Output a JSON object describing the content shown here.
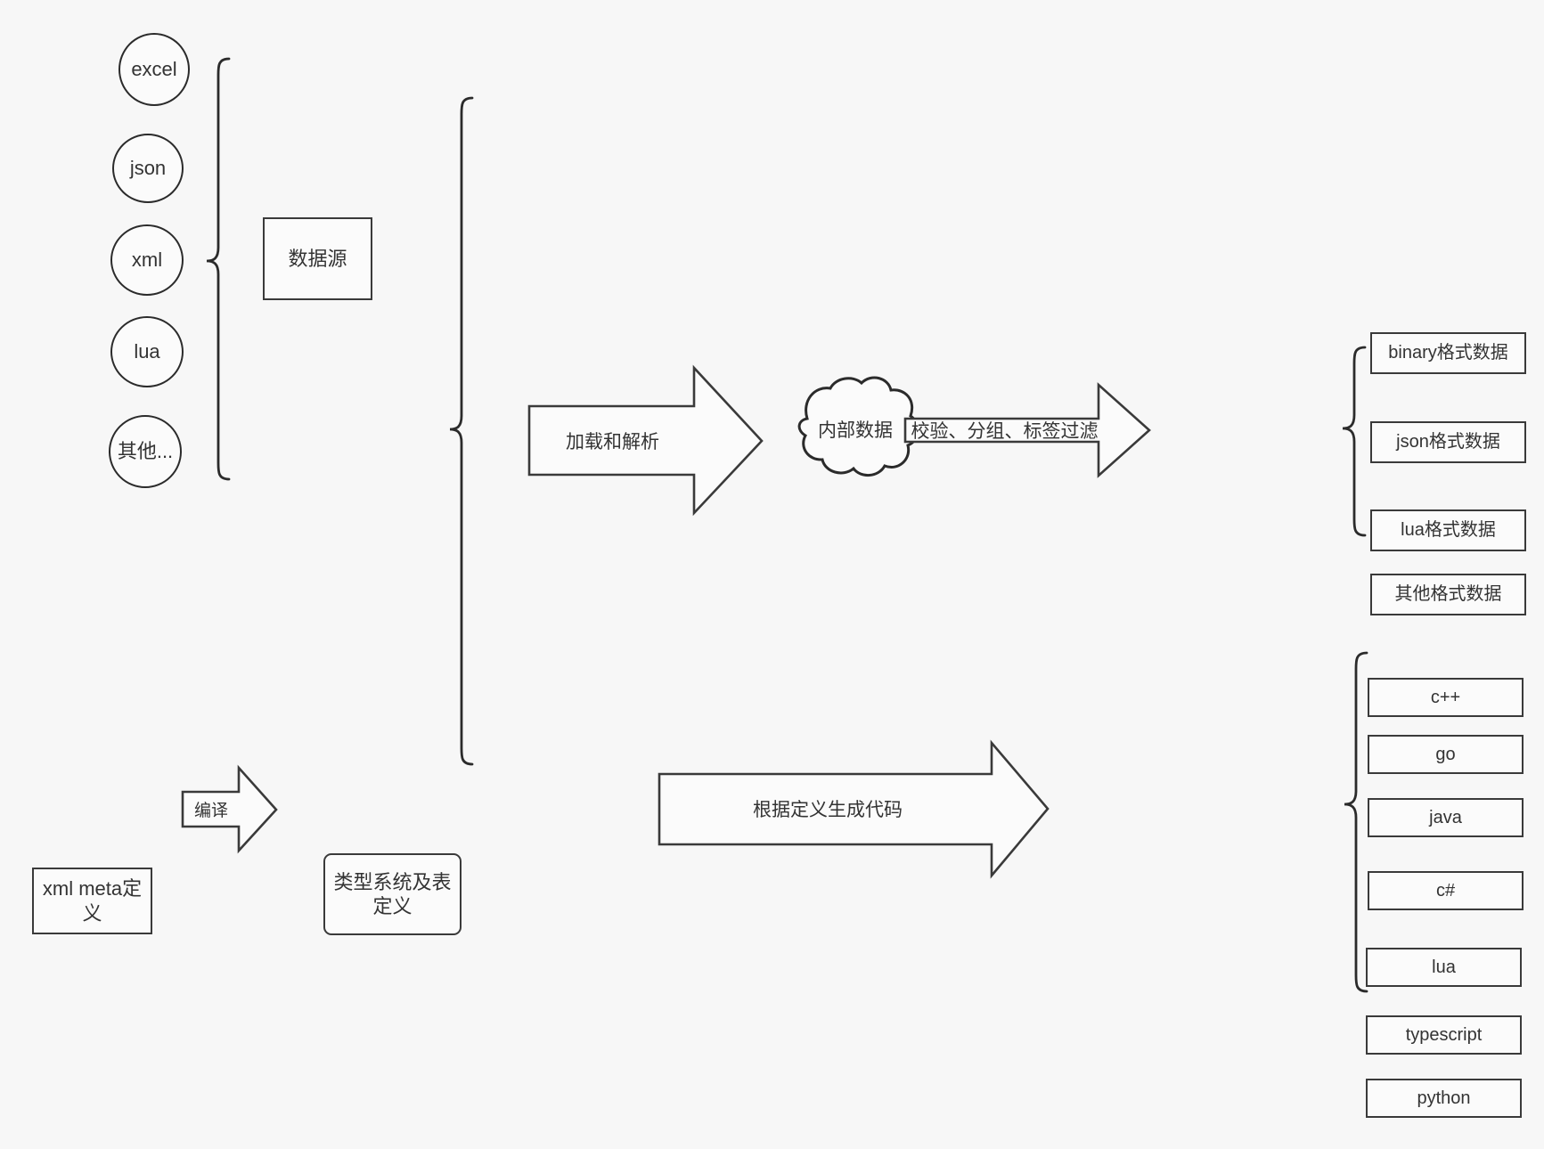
{
  "diagram": {
    "title": "data pipeline and codegen diagram",
    "background_color": "#f7f7f7",
    "line_color": "#2b2b2b",
    "text_color": "#333333"
  },
  "sources": {
    "items": [
      {
        "label": "excel"
      },
      {
        "label": "json"
      },
      {
        "label": "xml"
      },
      {
        "label": "lua"
      },
      {
        "label": "其他..."
      }
    ],
    "group_label": "数据源"
  },
  "meta": {
    "input_label": "xml meta定\n义",
    "compile_arrow_label": "编译",
    "output_label": "类型系统及表\n定义"
  },
  "pipeline": {
    "load_parse_arrow_label": "加载和解析",
    "internal_data_label": "内部数据",
    "filter_arrow_label": "校验、分组、标签过滤",
    "codegen_arrow_label": "根据定义生成代码"
  },
  "outputs": {
    "data_formats": [
      {
        "label": "binary格式数据"
      },
      {
        "label": "json格式数据"
      },
      {
        "label": "lua格式数据"
      },
      {
        "label": "其他格式数据"
      }
    ],
    "languages": [
      {
        "label": "c++"
      },
      {
        "label": "go"
      },
      {
        "label": "java"
      },
      {
        "label": "c#"
      },
      {
        "label": "lua"
      },
      {
        "label": "typescript"
      },
      {
        "label": "python"
      }
    ]
  }
}
